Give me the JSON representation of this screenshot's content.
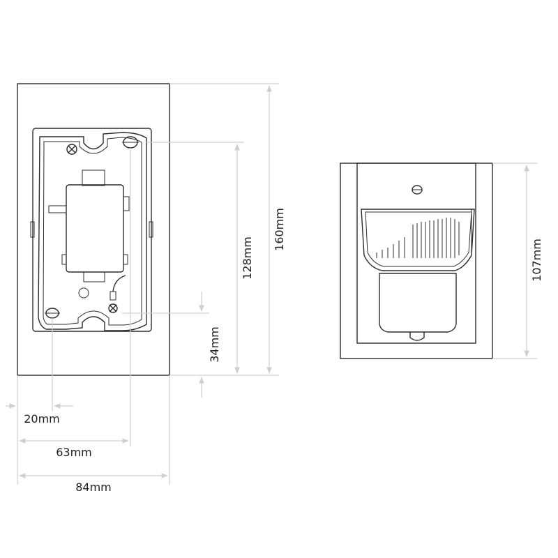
{
  "front_view": {
    "dimensions": {
      "height_total": "160mm",
      "height_fixing": "128mm",
      "bottom_offset": "34mm",
      "side_offset": "20mm",
      "fixing_width": "63mm",
      "width_total": "84mm"
    }
  },
  "side_view": {
    "dimensions": {
      "height_total": "107mm"
    }
  },
  "colors": {
    "outline": "#2b2b2b",
    "dimension_line": "#cfcfcf"
  }
}
